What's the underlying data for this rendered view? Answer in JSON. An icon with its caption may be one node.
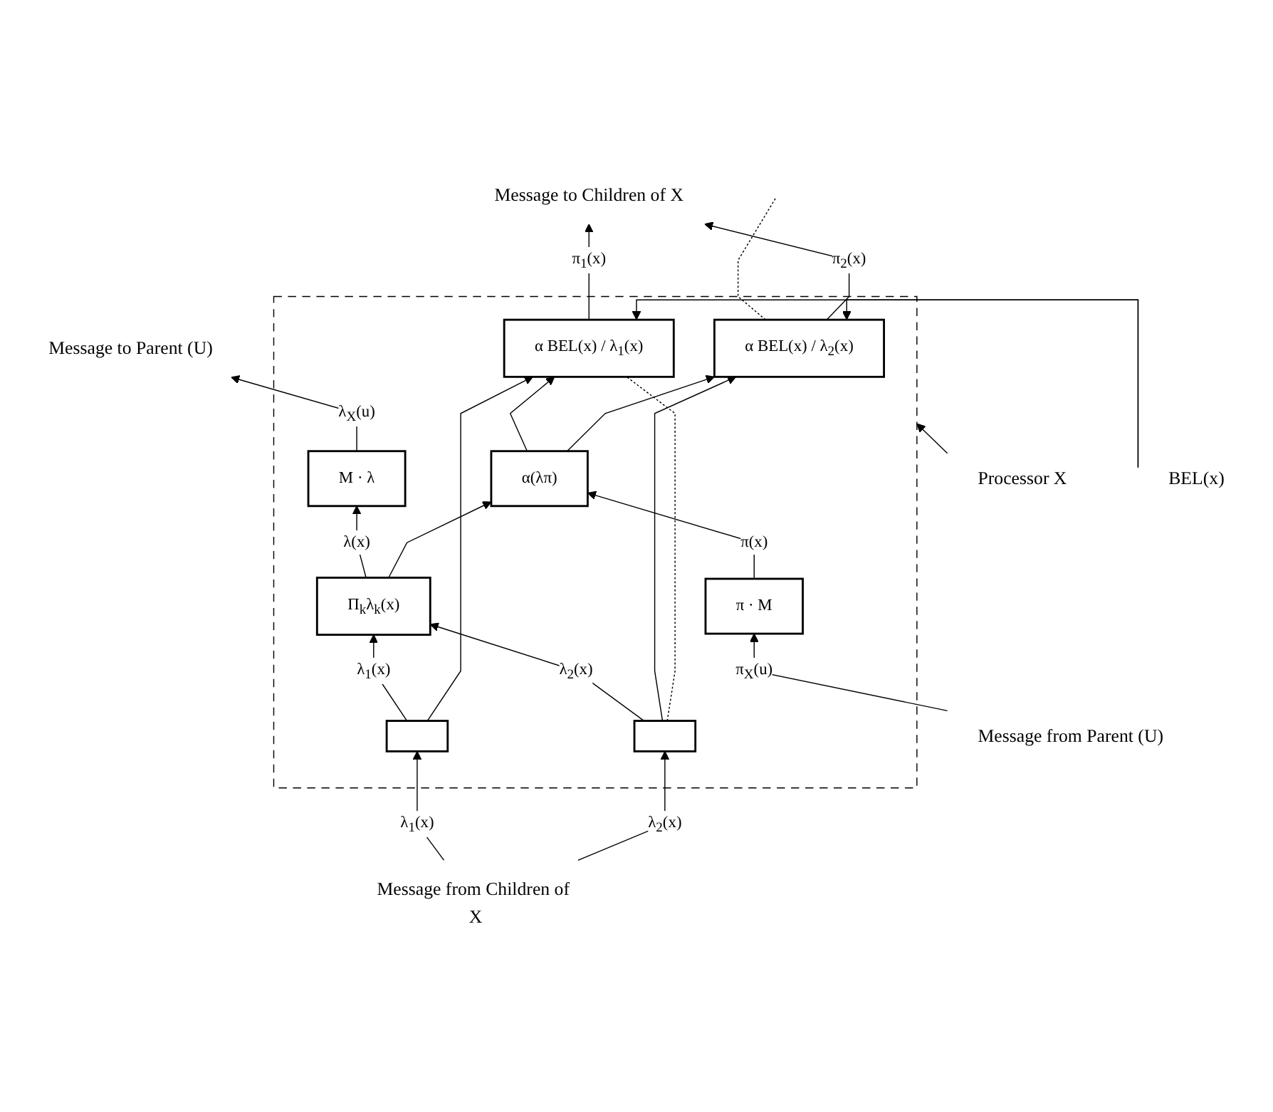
{
  "diagram": {
    "nodes": [
      {
        "text": [],
        "shape": "box"
      },
      {
        "text": [
          "Processor X"
        ]
      },
      {
        "text": [
          "Message to Parent (U)"
        ]
      },
      {
        "text": [
          "Message from Parent (U)"
        ]
      },
      {
        "text": [
          "M · λ"
        ],
        "in": 0
      },
      {
        "text": [
          "π · M"
        ],
        "in": 0
      },
      {
        "text": [
          "Π$_{k}$λ$_{k}$(x)"
        ],
        "in": 0
      },
      {
        "text": [
          "α(λπ)"
        ],
        "in": 0
      },
      {
        "text": [],
        "shape": "box",
        "in": 0
      },
      {
        "text": [],
        "shape": "box",
        "in": 0
      },
      {
        "text": [
          "α BEL(x) / λ$_{1}$(x)"
        ],
        "in": 0
      },
      {
        "text": [
          "α BEL(x) / λ$_{2}$(x)"
        ],
        "in": 0
      },
      {
        "text": [
          "BEL(x)"
        ]
      },
      {
        "text": [
          "Message from Children of X"
        ]
      },
      {
        "text": [
          "Message to Children of X"
        ]
      }
    ],
    "edges": [
      {
        "from": 1,
        "to": 0,
        "arrow": "to"
      },
      {
        "from": 3,
        "to": 5,
        "arrow": "to",
        "label": "π$_{X}$(u)"
      },
      {
        "from": 4,
        "to": 2,
        "arrow": "to",
        "label": "λ$_{X}$(u)"
      },
      {
        "from": 6,
        "to": 4,
        "arrow": "to",
        "label": "λ(x)"
      },
      {
        "from": 6,
        "to": 7,
        "arrow": "to"
      },
      {
        "from": 5,
        "to": 7,
        "arrow": "to",
        "label": "π(x)"
      },
      {
        "from": 8,
        "to": 6,
        "arrow": "to",
        "label": "λ$_{1}$(x)"
      },
      {
        "from": 9,
        "to": 6,
        "arrow": "to",
        "label": "λ$_{2}$(x)"
      },
      {
        "from": 8,
        "to": 10,
        "arrow": "to"
      },
      {
        "from": 9,
        "to": 11,
        "arrow": "to"
      },
      {
        "from": 7,
        "to": 10,
        "arrow": "to"
      },
      {
        "from": 7,
        "to": 11,
        "arrow": "to"
      },
      {
        "from": 12,
        "to": 10,
        "arrow": "to"
      },
      {
        "from": 12,
        "to": 11,
        "arrow": "to"
      },
      {
        "from": 9,
        "to": 10,
        "arrow": "none",
        "style": "dashed"
      },
      {
        "from": 11,
        "to": null,
        "arrow": "none",
        "style": "dashed"
      },
      {
        "from": 13,
        "to": 8,
        "arrow": "to",
        "label": "λ$_{1}$(x)"
      },
      {
        "from": 13,
        "to": 9,
        "arrow": "to",
        "label": "λ$_{2}$(x)"
      },
      {
        "from": 10,
        "to": 14,
        "arrow": "to",
        "label": "π$_{1}$(x)"
      },
      {
        "from": 11,
        "to": 14,
        "arrow": "to",
        "label": "π$_{2}$(x)"
      }
    ]
  }
}
